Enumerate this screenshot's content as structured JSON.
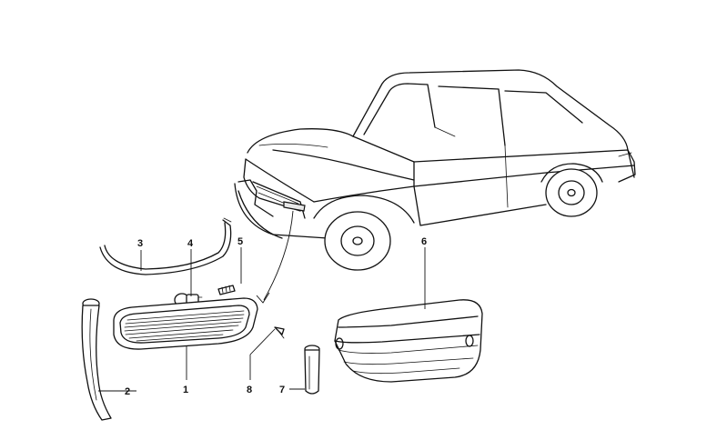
{
  "parts": [
    {
      "id": "1",
      "label": "1"
    },
    {
      "id": "2",
      "label": "2"
    },
    {
      "id": "3",
      "label": "3"
    },
    {
      "id": "4",
      "label": "4"
    },
    {
      "id": "5",
      "label": "5"
    },
    {
      "id": "6",
      "label": "6"
    },
    {
      "id": "7",
      "label": "7"
    },
    {
      "id": "8",
      "label": "8"
    }
  ]
}
